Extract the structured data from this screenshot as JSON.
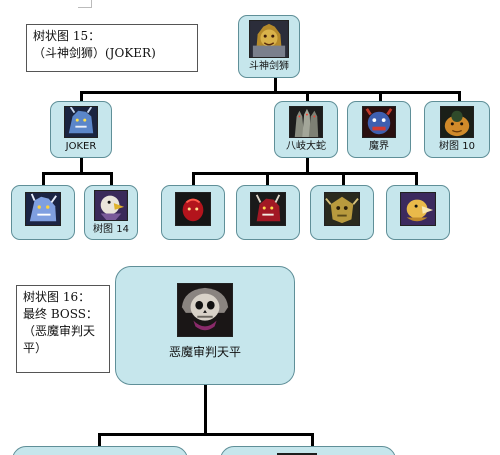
{
  "tree15": {
    "note": {
      "line1": "树状图 15：",
      "line2": "（斗神剑狮）(JOKER)"
    },
    "root": {
      "label": "斗神剑狮",
      "icon": "golden-lion-warrior-portrait"
    },
    "level2": [
      {
        "label": "JOKER",
        "icon": "blue-dragon-portrait"
      },
      {
        "label": "八岐大蛇",
        "icon": "multi-headed-serpent-portrait"
      },
      {
        "label": "魔界",
        "icon": "blue-demon-portrait"
      },
      {
        "label": "树图 10",
        "icon": "orange-beast-portrait"
      }
    ],
    "joker_children": [
      {
        "label": "",
        "icon": "blue-wolf-beast-portrait"
      },
      {
        "label": "树图 14",
        "icon": "eagle-bird-portrait"
      }
    ],
    "orochi_children": [
      {
        "label": "",
        "icon": "red-demon-portrait"
      },
      {
        "label": "",
        "icon": "red-dragon-portrait"
      },
      {
        "label": "",
        "icon": "golden-insect-portrait"
      },
      {
        "label": "",
        "icon": "golden-bird-portrait"
      }
    ]
  },
  "tree16": {
    "note": {
      "line1": "树状图 16：",
      "line2": "最终 BOSS：",
      "line3": "（恶魔审判天",
      "line4": "平）"
    },
    "boss": {
      "label": "恶魔审判天平",
      "icon": "skull-demon-judge-portrait"
    }
  },
  "colors": {
    "node_fill": "#c6e6ec",
    "node_border": "#5f8f98",
    "connector": "#000000"
  }
}
